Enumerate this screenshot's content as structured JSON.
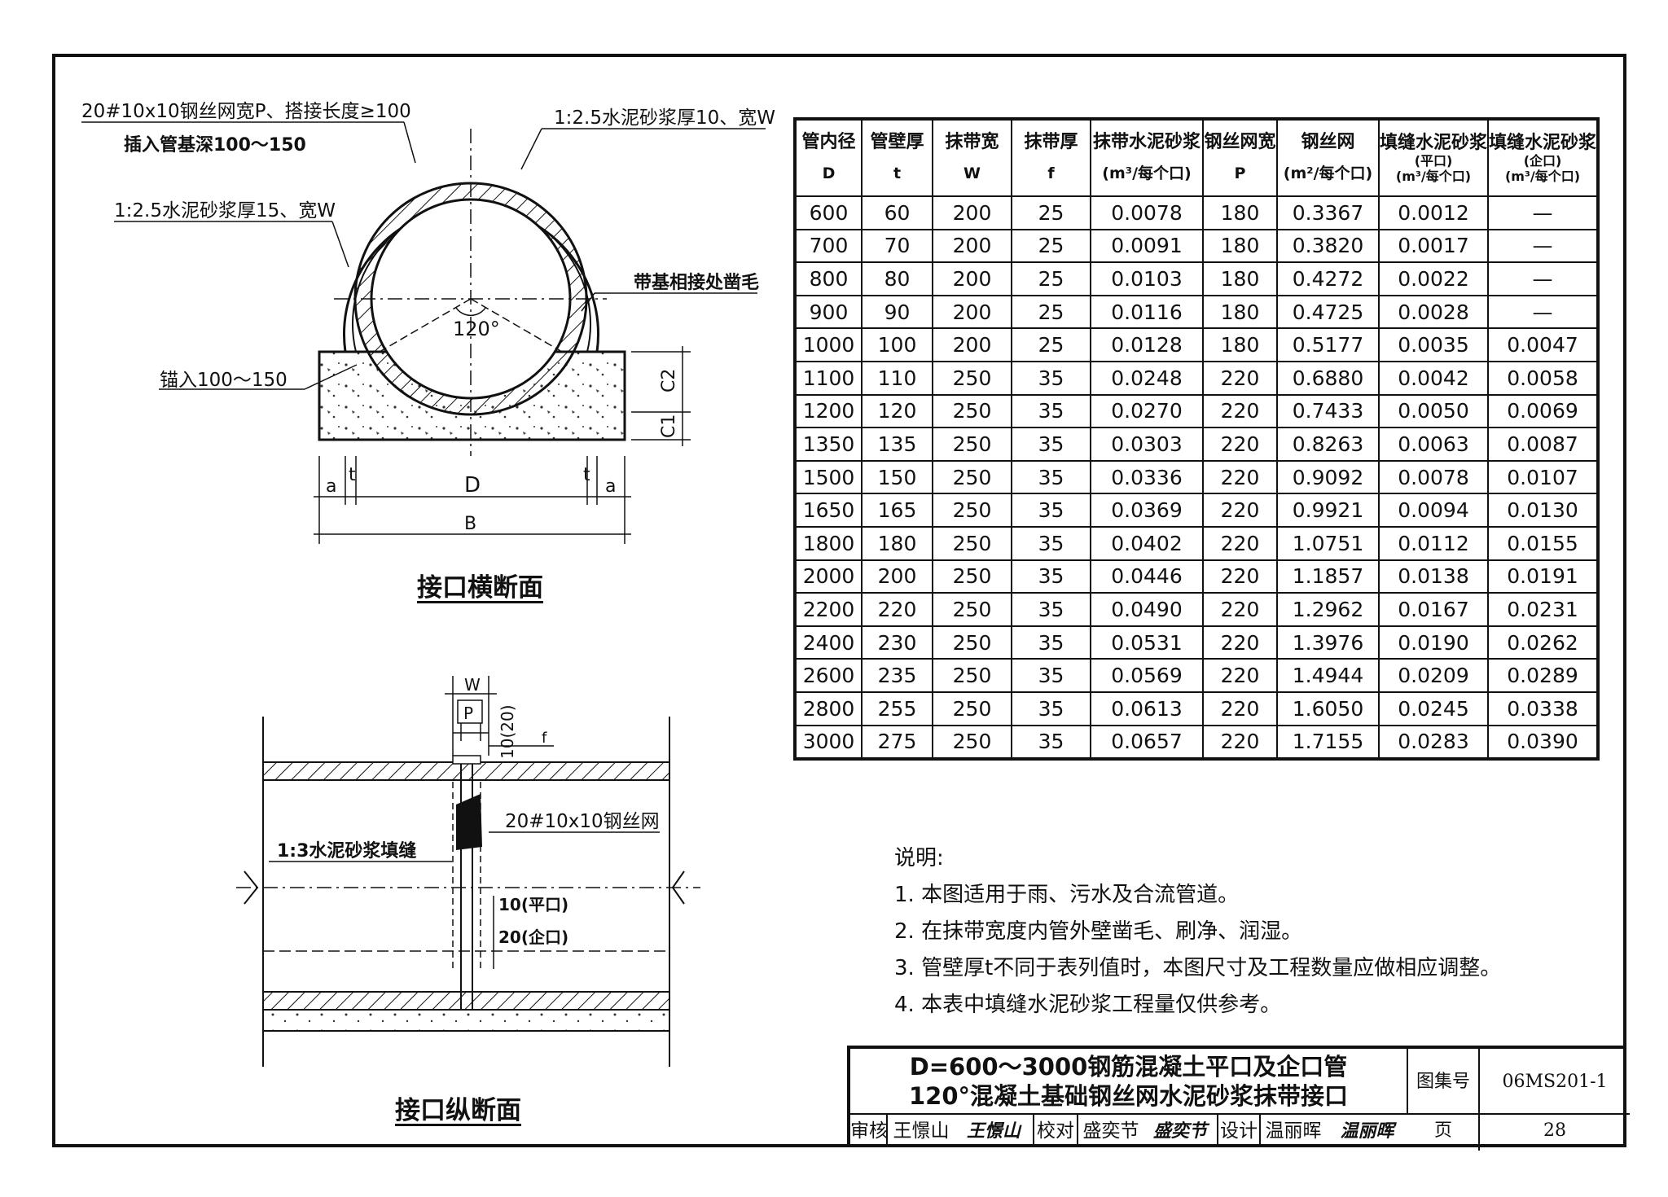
{
  "table": {
    "headers": [
      {
        "label": "管内径",
        "sub": "D"
      },
      {
        "label": "管壁厚",
        "sub": "t"
      },
      {
        "label": "抹带宽",
        "sub": "W"
      },
      {
        "label": "抹带厚",
        "sub": "f"
      },
      {
        "label": "抹带水泥砂浆",
        "sub": "(m³/每个口)"
      },
      {
        "label": "钢丝网宽",
        "sub": "P"
      },
      {
        "label": "钢丝网",
        "sub": "(m²/每个口)"
      },
      {
        "label": "填缝水泥砂浆",
        "sub": "(平口)",
        "sub2": "(m³/每个口)"
      },
      {
        "label": "填缝水泥砂浆",
        "sub": "(企口)",
        "sub2": "(m³/每个口)"
      }
    ],
    "rows": [
      [
        "600",
        "60",
        "200",
        "25",
        "0.0078",
        "180",
        "0.3367",
        "0.0012",
        "—"
      ],
      [
        "700",
        "70",
        "200",
        "25",
        "0.0091",
        "180",
        "0.3820",
        "0.0017",
        "—"
      ],
      [
        "800",
        "80",
        "200",
        "25",
        "0.0103",
        "180",
        "0.4272",
        "0.0022",
        "—"
      ],
      [
        "900",
        "90",
        "200",
        "25",
        "0.0116",
        "180",
        "0.4725",
        "0.0028",
        "—"
      ],
      [
        "1000",
        "100",
        "200",
        "25",
        "0.0128",
        "180",
        "0.5177",
        "0.0035",
        "0.0047"
      ],
      [
        "1100",
        "110",
        "250",
        "35",
        "0.0248",
        "220",
        "0.6880",
        "0.0042",
        "0.0058"
      ],
      [
        "1200",
        "120",
        "250",
        "35",
        "0.0270",
        "220",
        "0.7433",
        "0.0050",
        "0.0069"
      ],
      [
        "1350",
        "135",
        "250",
        "35",
        "0.0303",
        "220",
        "0.8263",
        "0.0063",
        "0.0087"
      ],
      [
        "1500",
        "150",
        "250",
        "35",
        "0.0336",
        "220",
        "0.9092",
        "0.0078",
        "0.0107"
      ],
      [
        "1650",
        "165",
        "250",
        "35",
        "0.0369",
        "220",
        "0.9921",
        "0.0094",
        "0.0130"
      ],
      [
        "1800",
        "180",
        "250",
        "35",
        "0.0402",
        "220",
        "1.0751",
        "0.0112",
        "0.0155"
      ],
      [
        "2000",
        "200",
        "250",
        "35",
        "0.0446",
        "220",
        "1.1857",
        "0.0138",
        "0.0191"
      ],
      [
        "2200",
        "220",
        "250",
        "35",
        "0.0490",
        "220",
        "1.2962",
        "0.0167",
        "0.0231"
      ],
      [
        "2400",
        "230",
        "250",
        "35",
        "0.0531",
        "220",
        "1.3976",
        "0.0190",
        "0.0262"
      ],
      [
        "2600",
        "235",
        "250",
        "35",
        "0.0569",
        "220",
        "1.4944",
        "0.0209",
        "0.0289"
      ],
      [
        "2800",
        "255",
        "250",
        "35",
        "0.0613",
        "220",
        "1.6050",
        "0.0245",
        "0.0338"
      ],
      [
        "3000",
        "275",
        "250",
        "35",
        "0.0657",
        "220",
        "1.7155",
        "0.0283",
        "0.0390"
      ]
    ]
  },
  "cross_section": {
    "caption": "接口横断面",
    "label_mesh": "20#10x10钢丝网宽P、搭接长度≥100",
    "label_insert": "插入管基深100～150",
    "label_mortar_outer": "1:2.5水泥砂浆厚10、宽W",
    "label_mortar_inner": "1:2.5水泥砂浆厚15、宽W",
    "label_roughen": "带基相接处凿毛",
    "label_anchor": "锚入100～150",
    "angle": "120°",
    "dim_c2": "C2",
    "dim_c1": "C1",
    "dim_a": "a",
    "dim_t": "t",
    "dim_d": "D",
    "dim_b": "B"
  },
  "long_section": {
    "caption": "接口纵断面",
    "dim_w": "W",
    "dim_p": "P",
    "dim_10_20": "10(20)",
    "dim_f": "f",
    "label_mesh": "20#10x10钢丝网",
    "label_fill": "1:3水泥砂浆填缝",
    "label_flat": "10(平口)",
    "label_tongue": "20(企口)"
  },
  "notes": {
    "title": "说明:",
    "items": [
      "1. 本图适用于雨、污水及合流管道。",
      "2. 在抹带宽度内管外壁凿毛、刷净、润湿。",
      "3. 管壁厚t不同于表列值时，本图尺寸及工程数量应做相应调整。",
      "4. 本表中填缝水泥砂浆工程量仅供参考。"
    ]
  },
  "title_block": {
    "title_line1": "D=600～3000钢筋混凝土平口及企口管",
    "title_line2": "120°混凝土基础钢丝网水泥砂浆抹带接口",
    "atlas_label": "图集号",
    "atlas_no": "06MS201-1",
    "review_label": "审核",
    "reviewer": "王憬山",
    "reviewer_sig": "王憬山",
    "check_label": "校对",
    "checker": "盛奕节",
    "checker_sig": "盛奕节",
    "design_label": "设计",
    "designer": "温丽晖",
    "designer_sig": "温丽晖",
    "page_label": "页",
    "page_no": "28"
  }
}
